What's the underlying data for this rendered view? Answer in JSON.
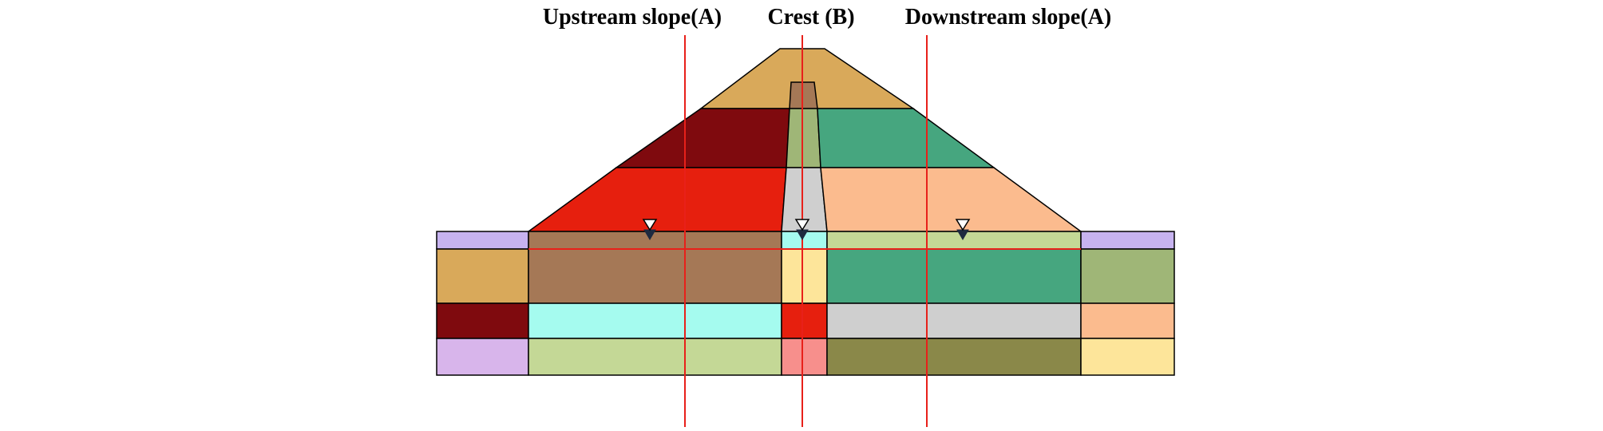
{
  "labels": {
    "upstream": "Upstream slope(A)",
    "crest": "Crest (B)",
    "downstream": "Downstream slope(A)"
  },
  "colors": {
    "tan": "#d9a95a",
    "brown": "#a57856",
    "darkred": "#7f0a0e",
    "olive_light": "#9fb677",
    "green": "#46a67f",
    "red": "#e61f0e",
    "grey": "#cfcfcf",
    "peach": "#fbbb8e",
    "lavender": "#c7b3f0",
    "cyan": "#a5fbef",
    "lime": "#c4d896",
    "yellow": "#fde59a",
    "pink": "#f78f8c",
    "olive_dark": "#8a8849",
    "violet": "#d8b5eb",
    "guide_line": "#e8201a"
  },
  "icons": {
    "water_level": "water-level-icon"
  }
}
